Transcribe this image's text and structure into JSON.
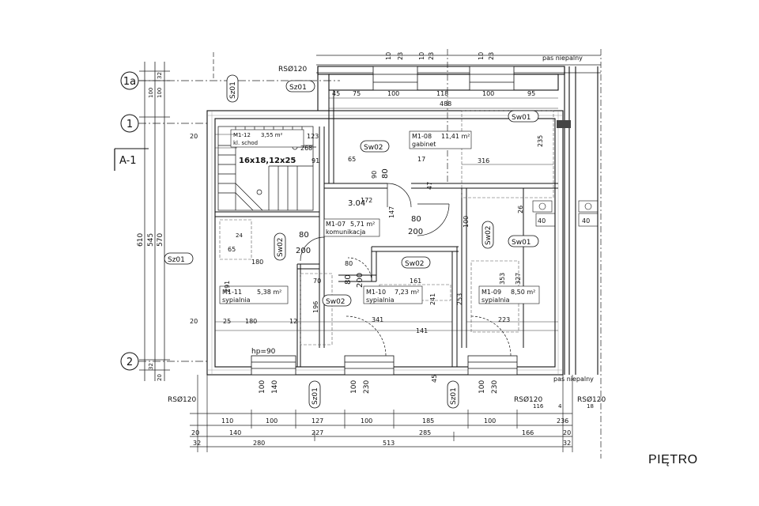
{
  "floor_label": "PIĘTRO",
  "axes": {
    "a1a": "1a",
    "a1": "1",
    "a2": "2"
  },
  "section_marker": "A-1",
  "stair": {
    "spec": "16x18,12x25",
    "room_label_line1": "M1-12",
    "area": "3,55 m²",
    "room_label_line2": "kl. schod"
  },
  "rooms": {
    "gabinet": {
      "code": "M1-08",
      "area": "11,41 m²",
      "name": "gabinet"
    },
    "komunikacja": {
      "code": "M1-07",
      "area": "5,71 m²",
      "name": "komunikacja"
    },
    "sypialnia11": {
      "code": "M1-11",
      "area": "5,38 m²",
      "name": "sypialnia"
    },
    "sypialnia10": {
      "code": "M1-10",
      "area": "7,23 m²",
      "name": "sypialnia"
    },
    "sypialnia09": {
      "code": "M1-09",
      "area": "8,50 m²",
      "name": "sypialnia"
    }
  },
  "tags": {
    "rso_top": "RSØ120",
    "rso_bottom_left": "RSØ120",
    "rso_bottom_right": "RSØ120",
    "pas_top": "pas niepalny",
    "pas_bottom": "pas niepalny",
    "sz01": "Sz01",
    "sw01": "Sw01",
    "sw02": "Sw02",
    "hp": "hp=90",
    "level": "3.04"
  },
  "dims": {
    "left_outer": "610",
    "left_mid": "545",
    "left_inner": "570",
    "left_small_32": "32",
    "left_small_100": "100",
    "left_small_20": "20",
    "bot_row1": [
      "110",
      "100",
      "127",
      "100",
      "185",
      "100",
      "236"
    ],
    "bot_row2": [
      "20",
      "140",
      "227",
      "285",
      "166",
      "20"
    ],
    "bot_row3": [
      "32",
      "280",
      "513",
      "32"
    ],
    "top_vert": [
      "10",
      "23",
      "10",
      "23",
      "10",
      "23"
    ],
    "inner_top": [
      "45",
      "75",
      "100",
      "118",
      "100",
      "95"
    ],
    "gabinet_w": "488",
    "gabinet_in": "316",
    "gabinet_h": "235",
    "misc": [
      "80",
      "200",
      "90",
      "172",
      "147",
      "100",
      "47",
      "17",
      "65",
      "91",
      "123",
      "268",
      "180",
      "341",
      "141",
      "223",
      "291",
      "353",
      "327",
      "253",
      "241",
      "161",
      "20",
      "70",
      "196",
      "25",
      "12",
      "24",
      "40",
      "26"
    ],
    "bot_vert": [
      "100",
      "140",
      "100",
      "230",
      "100",
      "230",
      "45"
    ],
    "right_small": [
      "116",
      "4",
      "18"
    ]
  }
}
